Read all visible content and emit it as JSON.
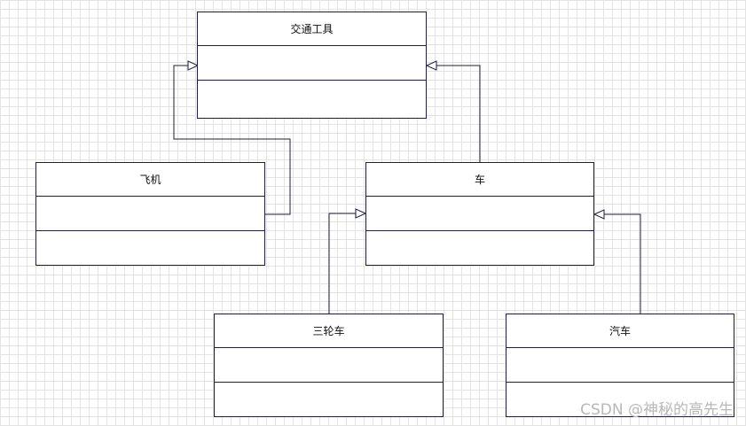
{
  "diagram": {
    "classes": {
      "vehicle": {
        "name": "交通工具"
      },
      "airplane": {
        "name": "飞机"
      },
      "car": {
        "name": "车"
      },
      "tricycle": {
        "name": "三轮车"
      },
      "automobile": {
        "name": "汽车"
      }
    },
    "relations": [
      {
        "from": "airplane",
        "to": "vehicle",
        "type": "generalization"
      },
      {
        "from": "car",
        "to": "vehicle",
        "type": "generalization"
      },
      {
        "from": "tricycle",
        "to": "car",
        "type": "generalization"
      },
      {
        "from": "automobile",
        "to": "car",
        "type": "generalization"
      }
    ]
  },
  "watermark": "CSDN @神秘的高先生"
}
